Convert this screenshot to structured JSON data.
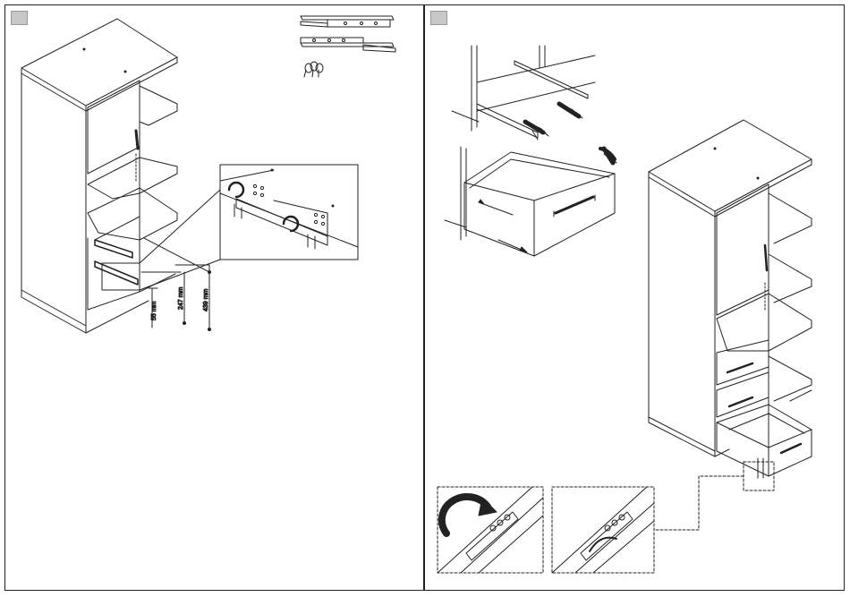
{
  "steps": [
    {
      "number": ""
    },
    {
      "number": ""
    }
  ],
  "dimensions": {
    "d1": "55 mm",
    "d2": "247 mm",
    "d3": "439 mm"
  }
}
